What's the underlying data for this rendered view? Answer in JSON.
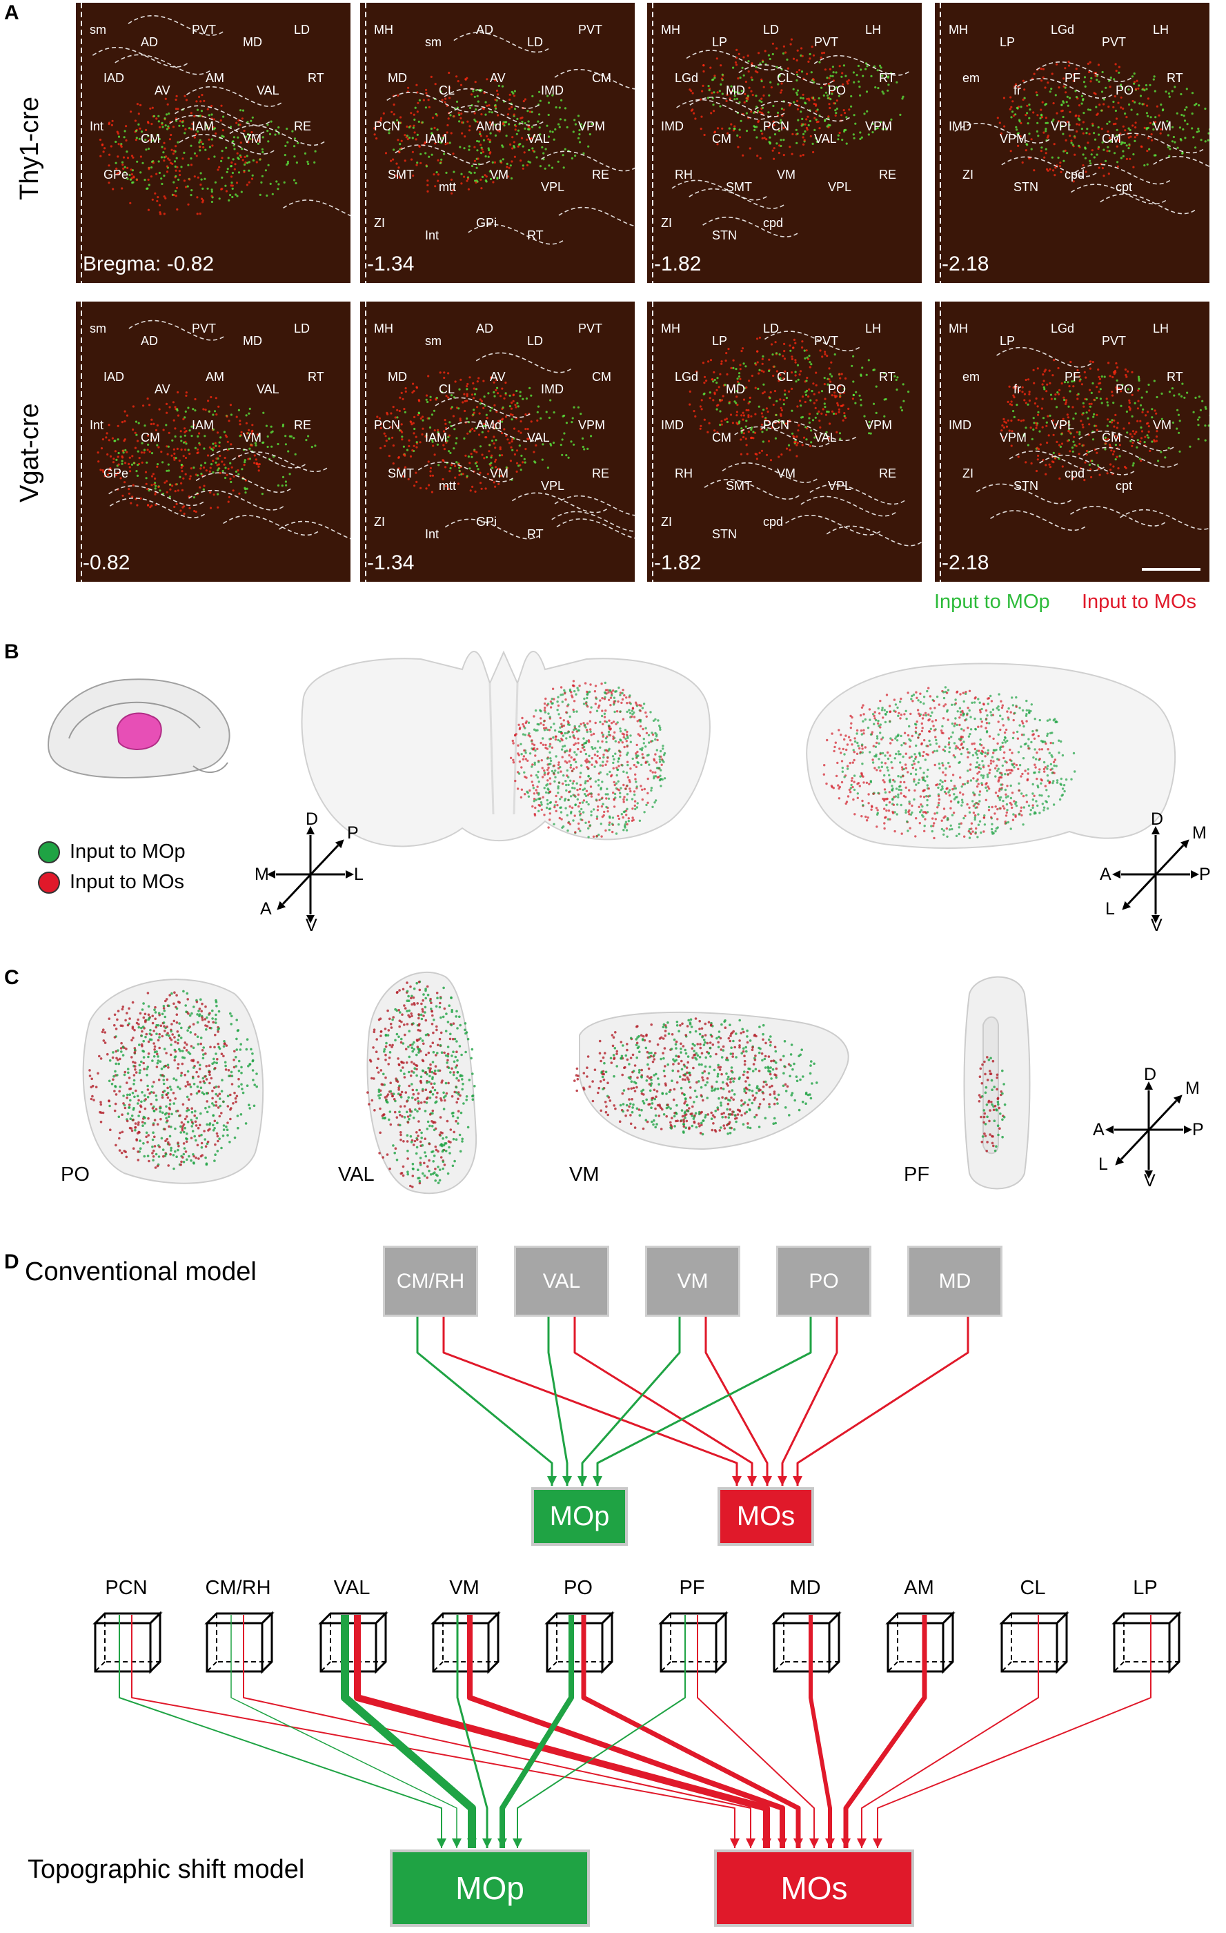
{
  "panel_a": {
    "letter": "A",
    "rows": [
      {
        "label": "Thy1-cre",
        "bregma": [
          "Bregma: -0.82",
          "-1.34",
          "-1.82",
          "-2.18"
        ]
      },
      {
        "label": "Vgat-cre",
        "bregma": [
          "-0.82",
          "-1.34",
          "-1.82",
          "-2.18"
        ]
      }
    ],
    "tile_labels": [
      [
        "sm",
        "AD",
        "PVT",
        "MD",
        "LD",
        "IAD",
        "AV",
        "AM",
        "VAL",
        "RT",
        "Int",
        "CM",
        "IAM",
        "VM",
        "RE",
        "GPe"
      ],
      [
        "MH",
        "sm",
        "AD",
        "LD",
        "PVT",
        "MD",
        "CL",
        "AV",
        "IMD",
        "CM",
        "PCN",
        "IAM",
        "AMd",
        "VAL",
        "VPM",
        "SMT",
        "mtt",
        "VM",
        "VPL",
        "RE",
        "ZI",
        "Int",
        "GPi",
        "RT"
      ],
      [
        "MH",
        "LP",
        "LD",
        "PVT",
        "LH",
        "LGd",
        "MD",
        "CL",
        "PO",
        "RT",
        "IMD",
        "CM",
        "PCN",
        "VAL",
        "VPM",
        "RH",
        "SMT",
        "VM",
        "VPL",
        "RE",
        "ZI",
        "STN",
        "cpd"
      ],
      [
        "MH",
        "LP",
        "LGd",
        "PVT",
        "LH",
        "em",
        "fr",
        "PF",
        "PO",
        "RT",
        "IMD",
        "VPM",
        "VPL",
        "CM",
        "VM",
        "ZI",
        "STN",
        "cpd",
        "cpt"
      ]
    ],
    "legend": {
      "green": "Input to MOp",
      "red": "Input to MOs",
      "green_color": "#2dbb3a",
      "red_color": "#e0192a"
    }
  },
  "panel_b": {
    "letter": "B",
    "legend": [
      {
        "label": "Input to MOp",
        "color": "#1fa344"
      },
      {
        "label": "Input to MOs",
        "color": "#e0192a"
      }
    ],
    "axes1": {
      "up": "D",
      "down": "V",
      "left": "M",
      "right": "L",
      "ne": "P",
      "sw": "A"
    },
    "axes2": {
      "up": "D",
      "down": "V",
      "left": "A",
      "right": "P",
      "ne": "M",
      "sw": "L"
    }
  },
  "panel_c": {
    "letter": "C",
    "regions": [
      "PO",
      "VAL",
      "VM",
      "PF"
    ],
    "axes": {
      "up": "D",
      "down": "V",
      "left": "A",
      "right": "P",
      "ne": "M",
      "sw": "L"
    }
  },
  "panel_d": {
    "letter": "D",
    "conventional_title": "Conventional model",
    "conventional_sources": [
      "CM/RH",
      "VAL",
      "VM",
      "PO",
      "MD"
    ],
    "topographic_title": "Topographic shift model",
    "topographic_sources": [
      "PCN",
      "CM/RH",
      "VAL",
      "VM",
      "PO",
      "PF",
      "MD",
      "AM",
      "CL",
      "LP"
    ],
    "targets": {
      "mop": "MOp",
      "mos": "MOs"
    },
    "colors": {
      "mop": "#1fa344",
      "mos": "#e0192a",
      "box": "#a6a6a6"
    }
  }
}
